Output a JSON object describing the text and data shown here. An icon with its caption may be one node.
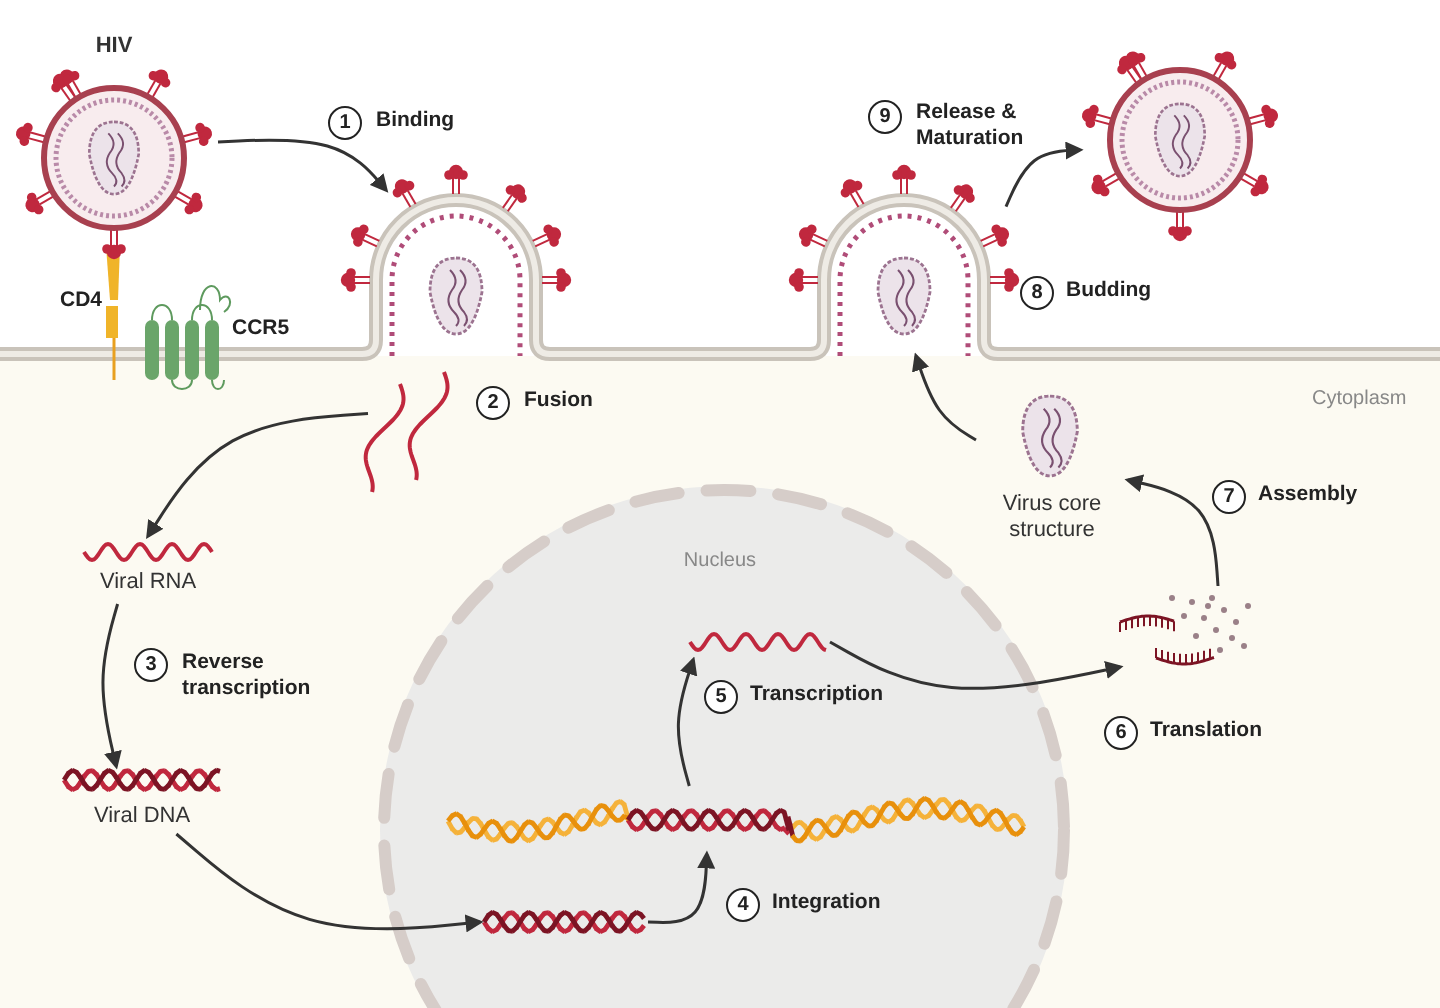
{
  "diagram": {
    "nodes": [
      {
        "text": [
          "HIV"
        ]
      },
      {
        "text": [],
        "shape": "picture"
      },
      {
        "text": [],
        "shape": "picture"
      },
      {
        "text": [
          "Viral RNA"
        ]
      },
      {
        "text": [
          "Viral DNA"
        ]
      },
      {
        "text": [
          "Nucleus"
        ]
      },
      {
        "text": [],
        "shape": "picture",
        "in": 5
      },
      {
        "text": [],
        "shape": "picture",
        "in": 5
      },
      {
        "text": [],
        "shape": "picture",
        "in": 5
      },
      {
        "text": [],
        "shape": "picture"
      },
      {
        "text": [
          "Virus core structure"
        ]
      },
      {
        "text": [],
        "shape": "picture"
      },
      {
        "text": [],
        "shape": "picture"
      }
    ],
    "edges": [
      {
        "from": 0,
        "to": 1,
        "arrow": "to"
      },
      {
        "from": 2,
        "to": 3,
        "arrow": "to"
      },
      {
        "from": 3,
        "to": 4,
        "arrow": "to"
      },
      {
        "from": 4,
        "to": 6,
        "arrow": "to"
      },
      {
        "from": 6,
        "to": 7,
        "arrow": "to"
      },
      {
        "from": 7,
        "to": 8,
        "arrow": "to"
      },
      {
        "from": 8,
        "to": 9,
        "arrow": "to"
      },
      {
        "from": 9,
        "to": 10,
        "arrow": "to"
      },
      {
        "from": 10,
        "to": 11,
        "arrow": "to"
      },
      {
        "from": 11,
        "to": 12,
        "arrow": "to"
      }
    ],
    "labels": [
      "1",
      "Binding",
      "9",
      "Release & Maturation",
      "CD4",
      "CCR5",
      "8",
      "Budding",
      "2",
      "Fusion",
      "Cytoplasm",
      "7",
      "Assembly",
      "3",
      "Reverse transcription",
      "5",
      "Transcription",
      "6",
      "Translation",
      "4",
      "Integration"
    ]
  }
}
